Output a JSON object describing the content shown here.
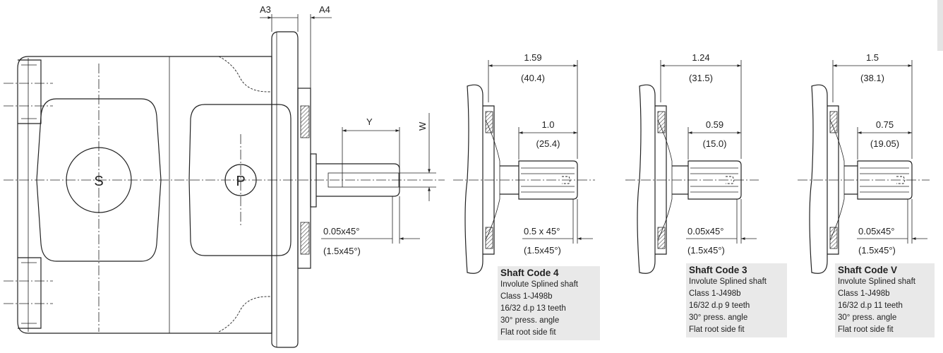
{
  "main_view": {
    "dim_a3": "A3",
    "dim_a4": "A4",
    "dim_y": "Y",
    "dim_w": "W",
    "port_s": "S",
    "port_p": "P",
    "chamfer_in": "0.05x45°",
    "chamfer_mm": "(1.5x45°)"
  },
  "shafts": [
    {
      "overall_in": "1.59",
      "overall_mm": "(40.4)",
      "spline_in": "1.0",
      "spline_mm": "(25.4)",
      "chamfer_in": "0.5 x 45°",
      "chamfer_mm": "(1.5x45°)",
      "code": "Shaft Code 4",
      "specs": [
        "Involute Splined shaft",
        "Class 1-J498b",
        "16/32 d.p 13 teeth",
        "30° press. angle",
        "Flat root side fit"
      ]
    },
    {
      "overall_in": "1.24",
      "overall_mm": "(31.5)",
      "spline_in": "0.59",
      "spline_mm": "(15.0)",
      "chamfer_in": "0.05x45°",
      "chamfer_mm": "(1.5x45°)",
      "code": "Shaft Code 3",
      "specs": [
        "Involute Splined shaft",
        "Class 1-J498b",
        "16/32 d.p 9 teeth",
        "30° press. angle",
        "Flat root side fit"
      ]
    },
    {
      "overall_in": "1.5",
      "overall_mm": "(38.1)",
      "spline_in": "0.75",
      "spline_mm": "(19.05)",
      "chamfer_in": "0.05x45°",
      "chamfer_mm": "(1.5x45°)",
      "code": "Shaft Code V",
      "specs": [
        "Involute Splined shaft",
        "Class 1-J498b",
        "16/32 d.p 11 teeth",
        "30° press. angle",
        "Flat root side fit"
      ]
    }
  ]
}
